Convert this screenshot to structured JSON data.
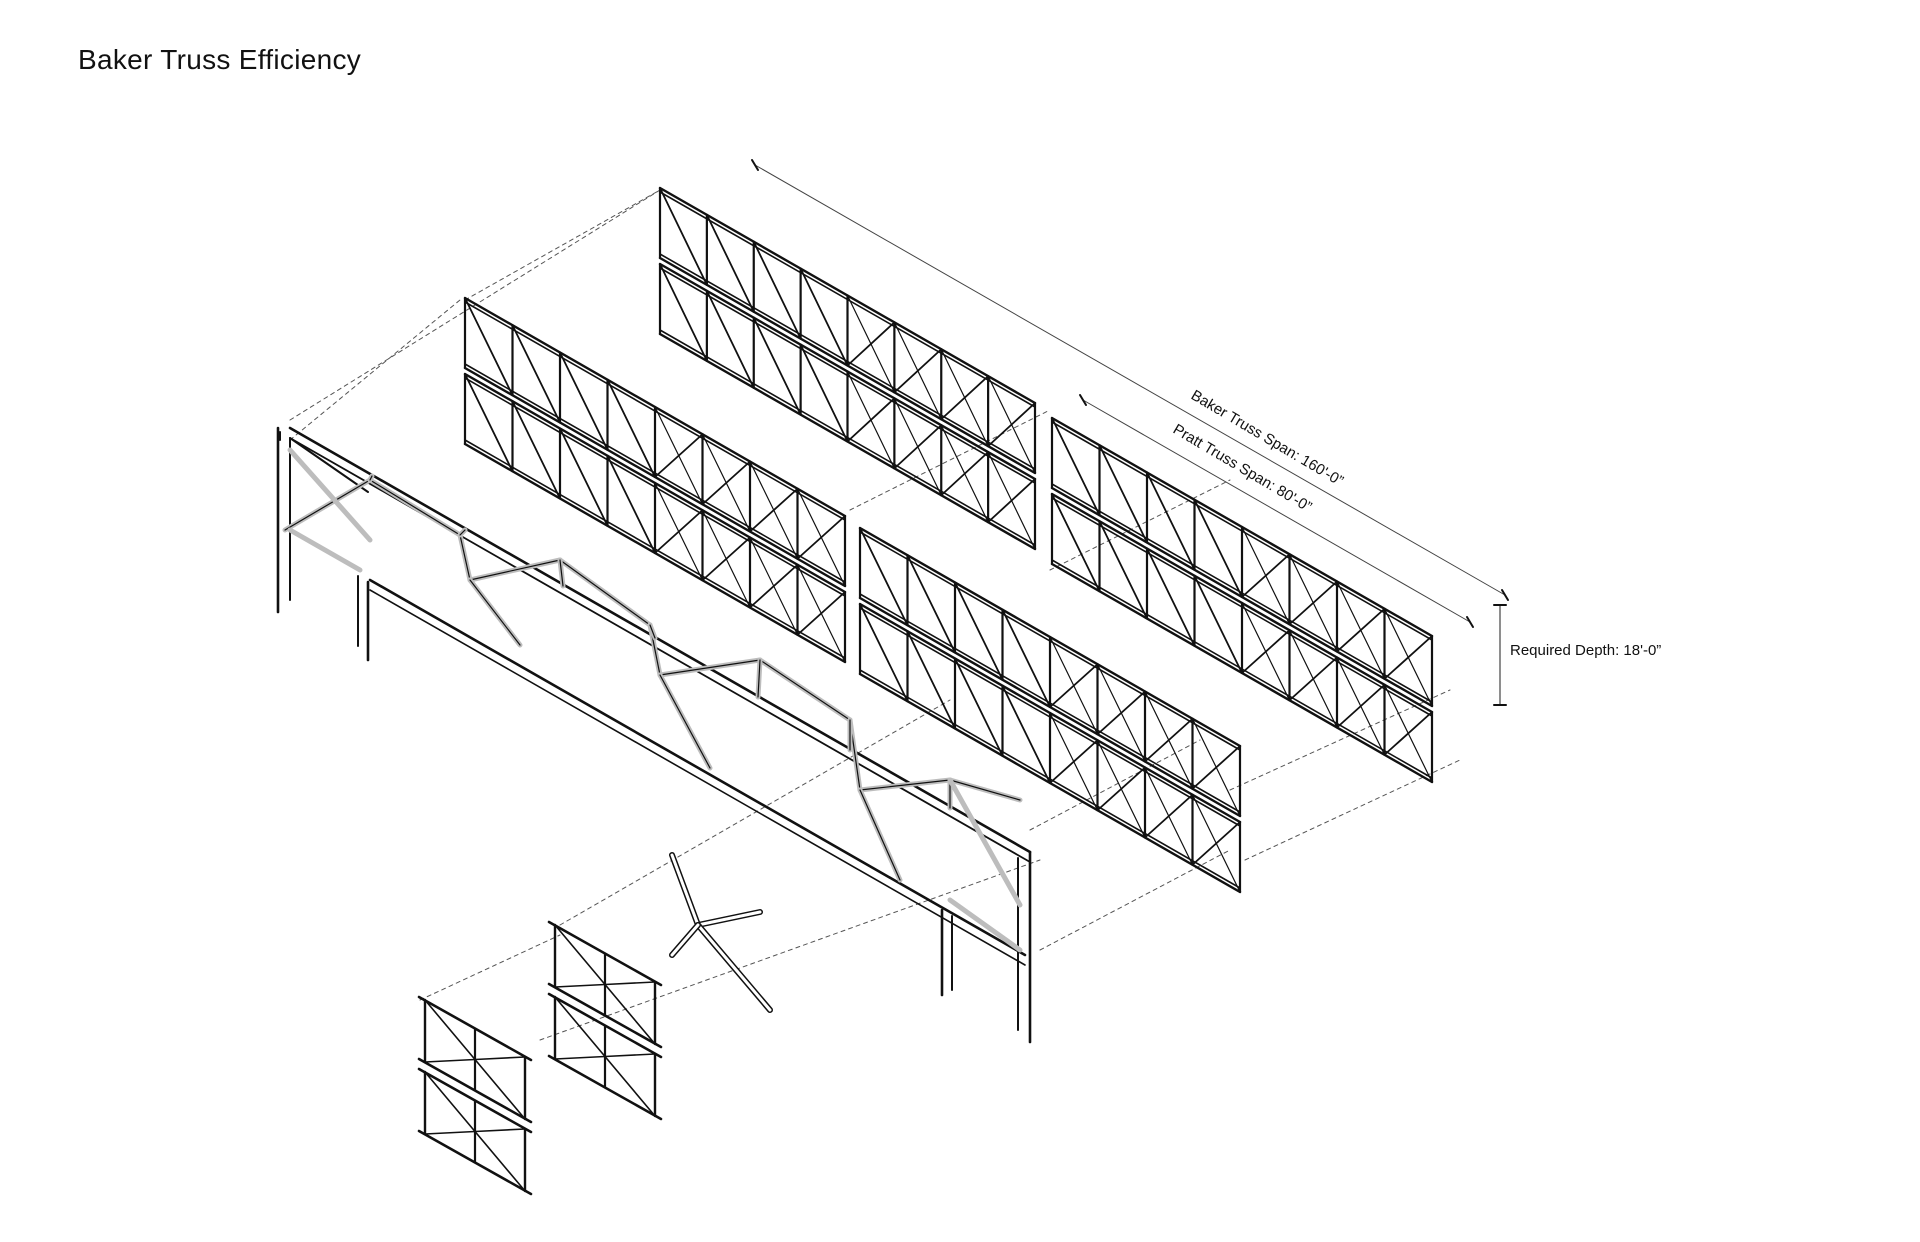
{
  "title": "Baker Truss Efficiency",
  "annotations": {
    "baker_span": "Baker Truss Span: 160'-0”",
    "pratt_span": "Pratt Truss Span: 80'-0”",
    "required_depth": "Required Depth: 18'-0”"
  },
  "colors": {
    "ink": "#111111",
    "steel_light": "#bdbdbd",
    "dimension": "#444444"
  }
}
